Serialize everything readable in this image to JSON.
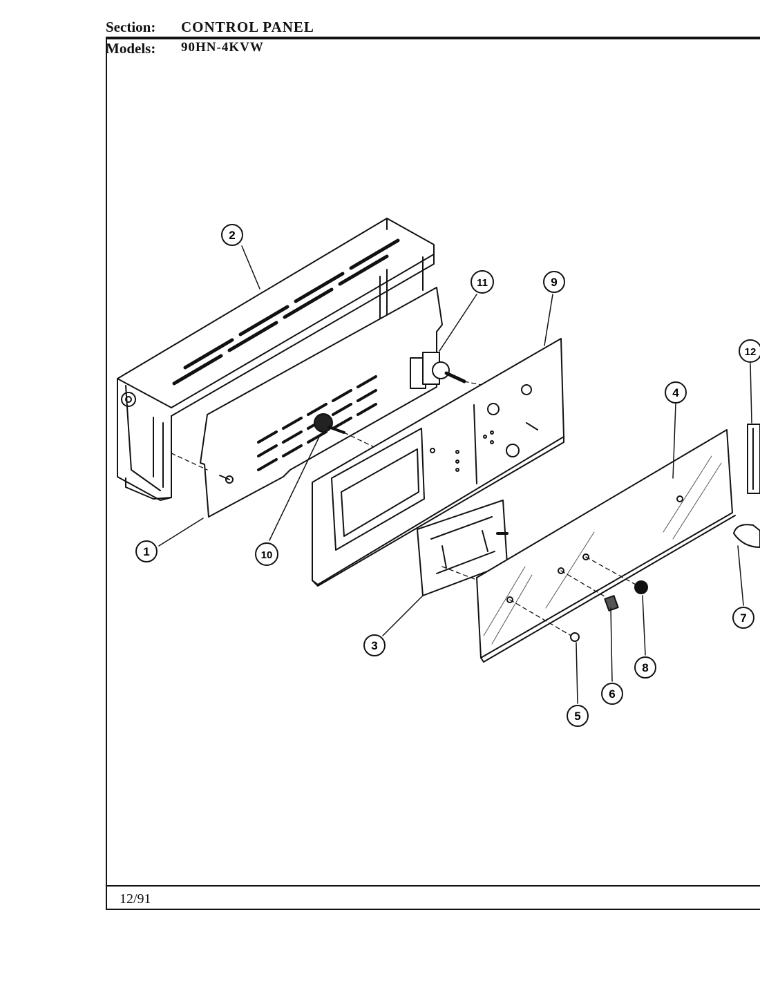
{
  "header": {
    "section_label": "Section:",
    "section_value": "CONTROL PANEL",
    "models_label": "Models:",
    "models_value": "90HN-4KVW"
  },
  "footer": {
    "date": "12/91"
  },
  "callouts": [
    "1",
    "2",
    "3",
    "4",
    "5",
    "6",
    "7",
    "8",
    "9",
    "10",
    "11",
    "12"
  ]
}
